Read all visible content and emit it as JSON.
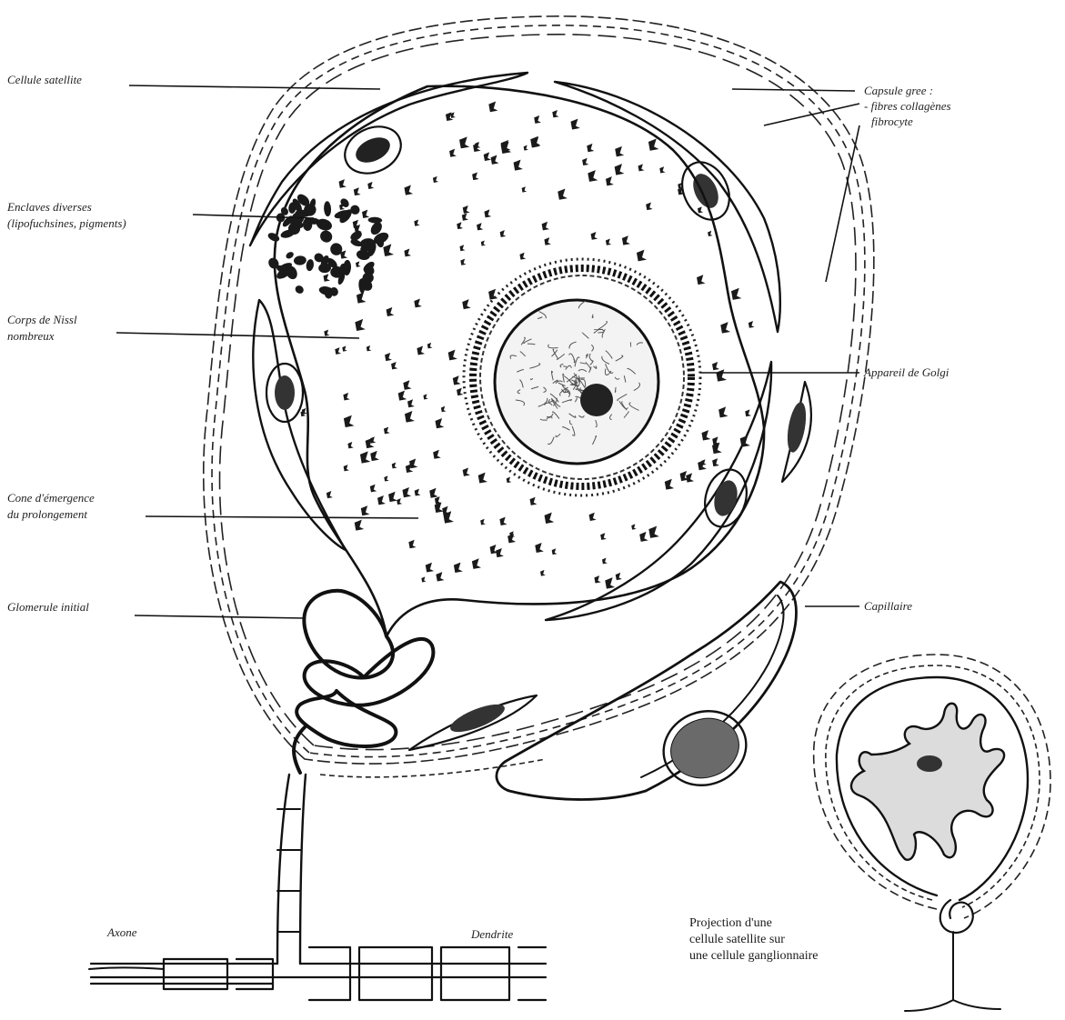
{
  "labels": {
    "cellule_satellite": "Cellule satellite",
    "enclaves_1": "Enclaves diverses",
    "enclaves_2": "(lipofuchsines, pigments)",
    "nissl_1": "Corps de Nissl",
    "nissl_2": "nombreux",
    "cone_1": "Cone d'émergence",
    "cone_2": "du prolongement",
    "glomerule": "Glomerule initial",
    "capsule_1": "Capsule gree :",
    "capsule_2": "- fibres collagènes",
    "capsule_3": "fibrocyte",
    "golgi": "Appareil de Golgi",
    "capillaire": "Capillaire",
    "axone": "Axone",
    "dendrite": "Dendrite",
    "projection_1": "Projection d'une",
    "projection_2": "cellule satellite sur",
    "projection_3": "une cellule ganglionnaire"
  },
  "colors": {
    "ink": "#111111",
    "stipple": "#dcdcdc"
  }
}
